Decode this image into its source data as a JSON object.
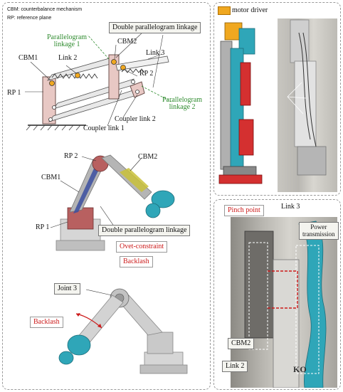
{
  "legend": {
    "cbm": "CBM: counterbalance mechanism",
    "rp": "RP: reference plane"
  },
  "top_left": {
    "double_parallelogram": "Double parallelogram linkage",
    "parallelogram_1": "Parallelogram\nlinkage 1",
    "parallelogram_2": "Parallelogram\nlinkage 2",
    "cbm1": "CBM1",
    "cbm2": "CBM2",
    "link2": "Link 2",
    "link3": "Link 3",
    "rp1": "RP 1",
    "rp2": "RP 2",
    "coupler2": "Coupler link 2",
    "coupler1": "Coupler link 1"
  },
  "middle_left": {
    "rp2": "RP 2",
    "cbm2": "CBM2",
    "cbm1": "CBM1",
    "rp1": "RP 1",
    "double_parallelogram": "Double parallelogram linkage",
    "over_constraint": "Ovet-constraint",
    "backlash": "Backlash"
  },
  "bottom_left": {
    "joint3": "Joint 3",
    "backlash": "Backlash"
  },
  "top_right": {
    "motor_driver": "motor driver",
    "wires": "wires"
  },
  "bottom_right": {
    "pinch_point": "Pinch point",
    "link3": "Link 3",
    "power_transmission": "Power\ntransmission",
    "cbm2": "CBM2",
    "link2": "Link 2",
    "brand_mark": "KO"
  },
  "colors": {
    "link_pink": "#e8c8c4",
    "robot_gray": "#c9c9c9",
    "teal": "#2fa6b8",
    "red_accent": "#cc1a1a",
    "motor_orange": "#f0a820",
    "green_label": "#2e8b2e"
  }
}
